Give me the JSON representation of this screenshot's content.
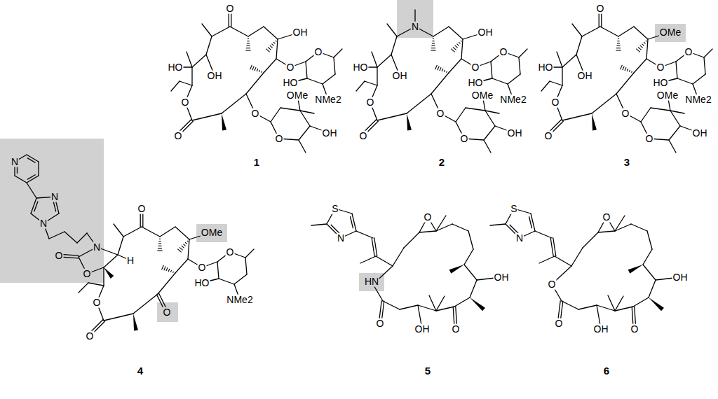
{
  "diagram": {
    "nodes": [
      {
        "text": [
          "N"
        ]
      },
      {
        "text": [
          "OMe"
        ]
      },
      {
        "text": [
          "N",
          "N",
          "N",
          "N",
          "O",
          "O"
        ]
      },
      {
        "text": [
          "OMe"
        ]
      },
      {
        "text": [
          "O"
        ]
      },
      {
        "text": [
          "HN"
        ]
      }
    ],
    "labels": [
      "O",
      "HO",
      "OH",
      "OH",
      "O",
      "O",
      "O",
      "O",
      "HO",
      "NMe2",
      "O",
      "O",
      "OMe",
      "OH",
      "1",
      "HO",
      "OH",
      "OH",
      "O",
      "O",
      "O",
      "O",
      "HO",
      "NMe2",
      "O",
      "O",
      "OMe",
      "OH",
      "2",
      "O",
      "HO",
      "OH",
      "O",
      "O",
      "O",
      "O",
      "HO",
      "NMe2",
      "O",
      "O",
      "OMe",
      "OH",
      "3",
      "O",
      "H",
      "O",
      "O",
      "O",
      "O",
      "HO",
      "NMe2",
      "4",
      "S",
      "N",
      "O",
      "OH",
      "O",
      "OH",
      "O",
      "5",
      "S",
      "N",
      "O",
      "OH",
      "O",
      "O",
      "OH",
      "O",
      "6"
    ]
  }
}
